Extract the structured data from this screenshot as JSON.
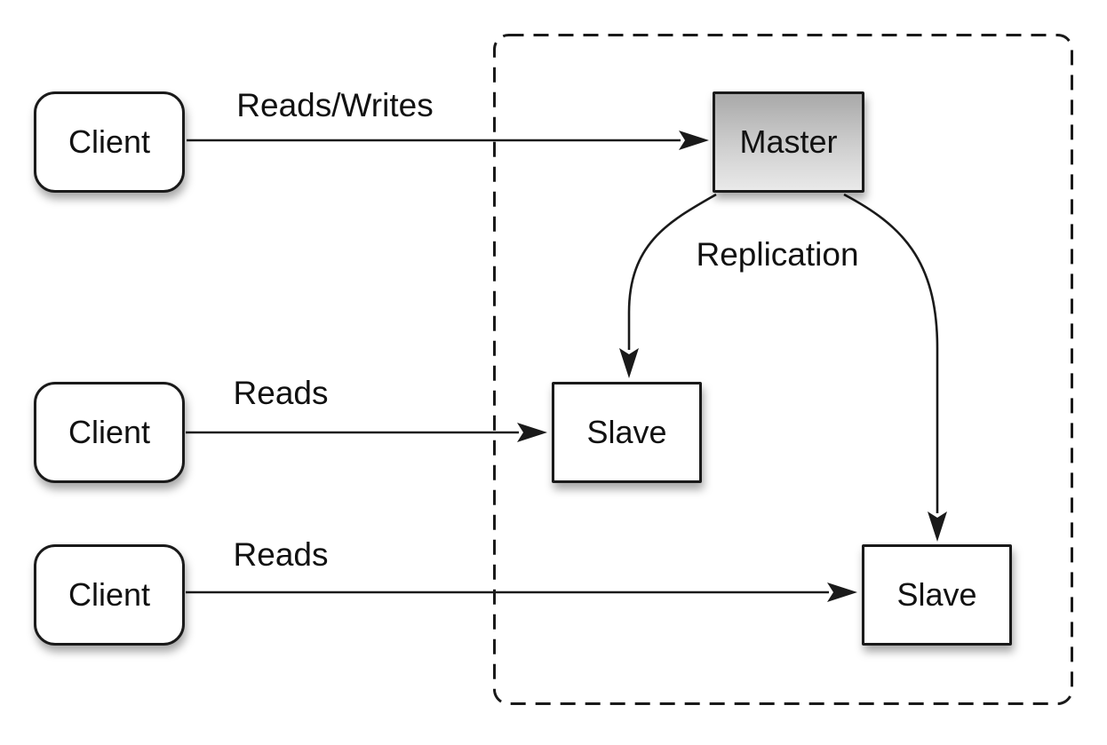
{
  "diagram": {
    "nodes": {
      "clients": [
        {
          "label": "Client"
        },
        {
          "label": "Client"
        },
        {
          "label": "Client"
        }
      ],
      "master": {
        "label": "Master"
      },
      "slaves": [
        {
          "label": "Slave"
        },
        {
          "label": "Slave"
        }
      ]
    },
    "edge_labels": {
      "reads_writes": "Reads/Writes",
      "reads_top": "Reads",
      "reads_bottom": "Reads",
      "replication": "Replication"
    },
    "colors": {
      "background": "#ffffff",
      "node_border": "#1a1a1a",
      "node_fill": "#ffffff",
      "master_fill_top": "#a9a9a9",
      "master_fill_bottom": "#e9e9e9",
      "arrow": "#1a1a1a",
      "text": "#111111",
      "boundary_dash": "#1a1a1a"
    }
  }
}
